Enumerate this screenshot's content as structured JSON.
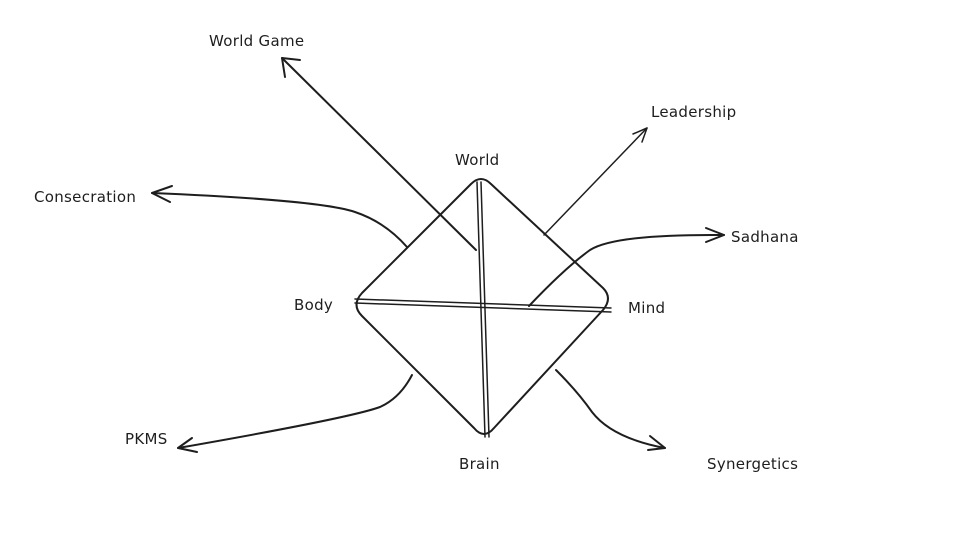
{
  "nodes": {
    "world": "World",
    "body": "Body",
    "mind": "Mind",
    "brain": "Brain"
  },
  "branches": {
    "world_game": "World Game",
    "leadership": "Leadership",
    "consecration": "Consecration",
    "sadhana": "Sadhana",
    "pkms": "PKMS",
    "synergetics": "Synergetics"
  }
}
